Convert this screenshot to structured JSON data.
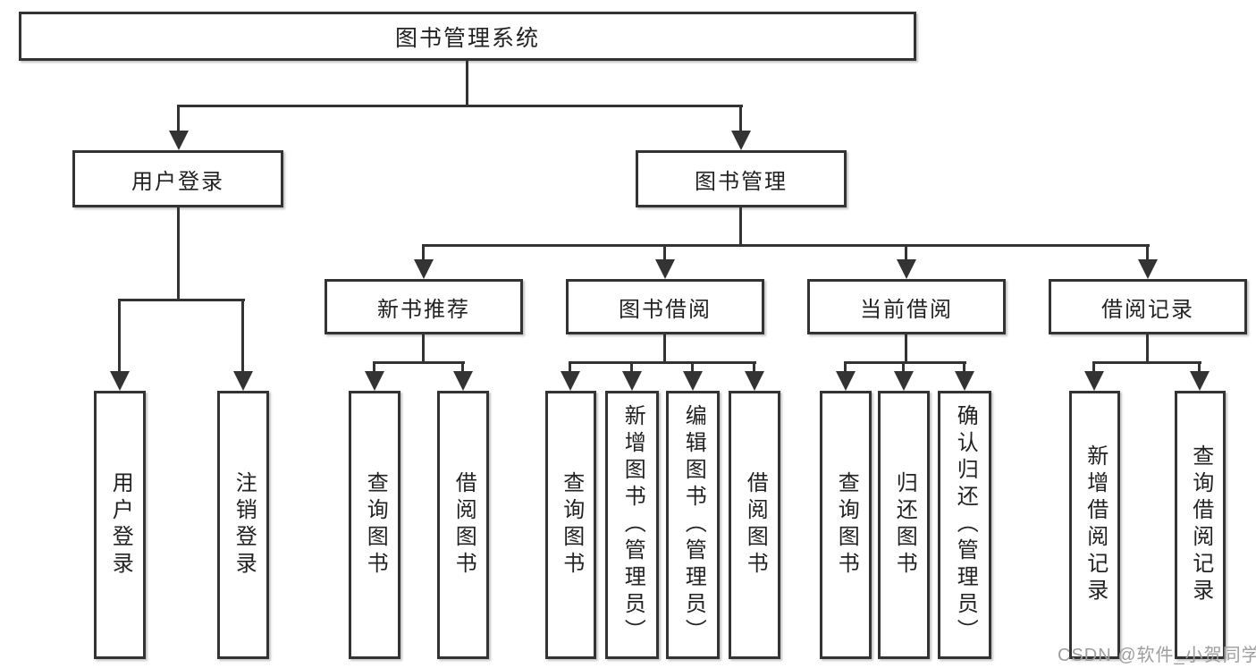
{
  "diagram_title": "图书管理系统",
  "nodes": {
    "root": "图书管理系统",
    "user_login": {
      "label": "用户登录",
      "children": {
        "login": "用户登录",
        "logout": "注销登录"
      }
    },
    "book_management": {
      "label": "图书管理",
      "children": {
        "new_book_recommend": {
          "label": "新书推荐",
          "children": {
            "query_book": "查询图书",
            "borrow_book": "借阅图书"
          }
        },
        "book_borrow": {
          "label": "图书借阅",
          "children": {
            "query_book": "查询图书",
            "add_book": "新增图书（管理员）",
            "edit_book": "编辑图书（管理员）",
            "borrow_book": "借阅图书"
          }
        },
        "current_borrow": {
          "label": "当前借阅",
          "children": {
            "query_book": "查询图书",
            "return_book": "归还图书",
            "confirm_return": "确认归还（管理员）"
          }
        },
        "borrow_records": {
          "label": "借阅记录",
          "children": {
            "add_record": "新增借阅记录",
            "query_record": "查询借阅记录"
          }
        }
      }
    }
  },
  "watermark": "CSDN @软件_小贺同学",
  "colors": {
    "line": "#333333",
    "text": "#222222",
    "watermark": "#9e9e9e",
    "background": "#ffffff"
  }
}
